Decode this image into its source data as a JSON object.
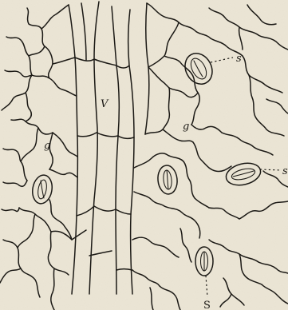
{
  "figure": {
    "labels": {
      "stoma_upper_right": "s",
      "stoma_right": "s",
      "stoma_bottom": "S",
      "vein": "V",
      "cell_g_left": "g",
      "cell_g_center": "g"
    }
  }
}
